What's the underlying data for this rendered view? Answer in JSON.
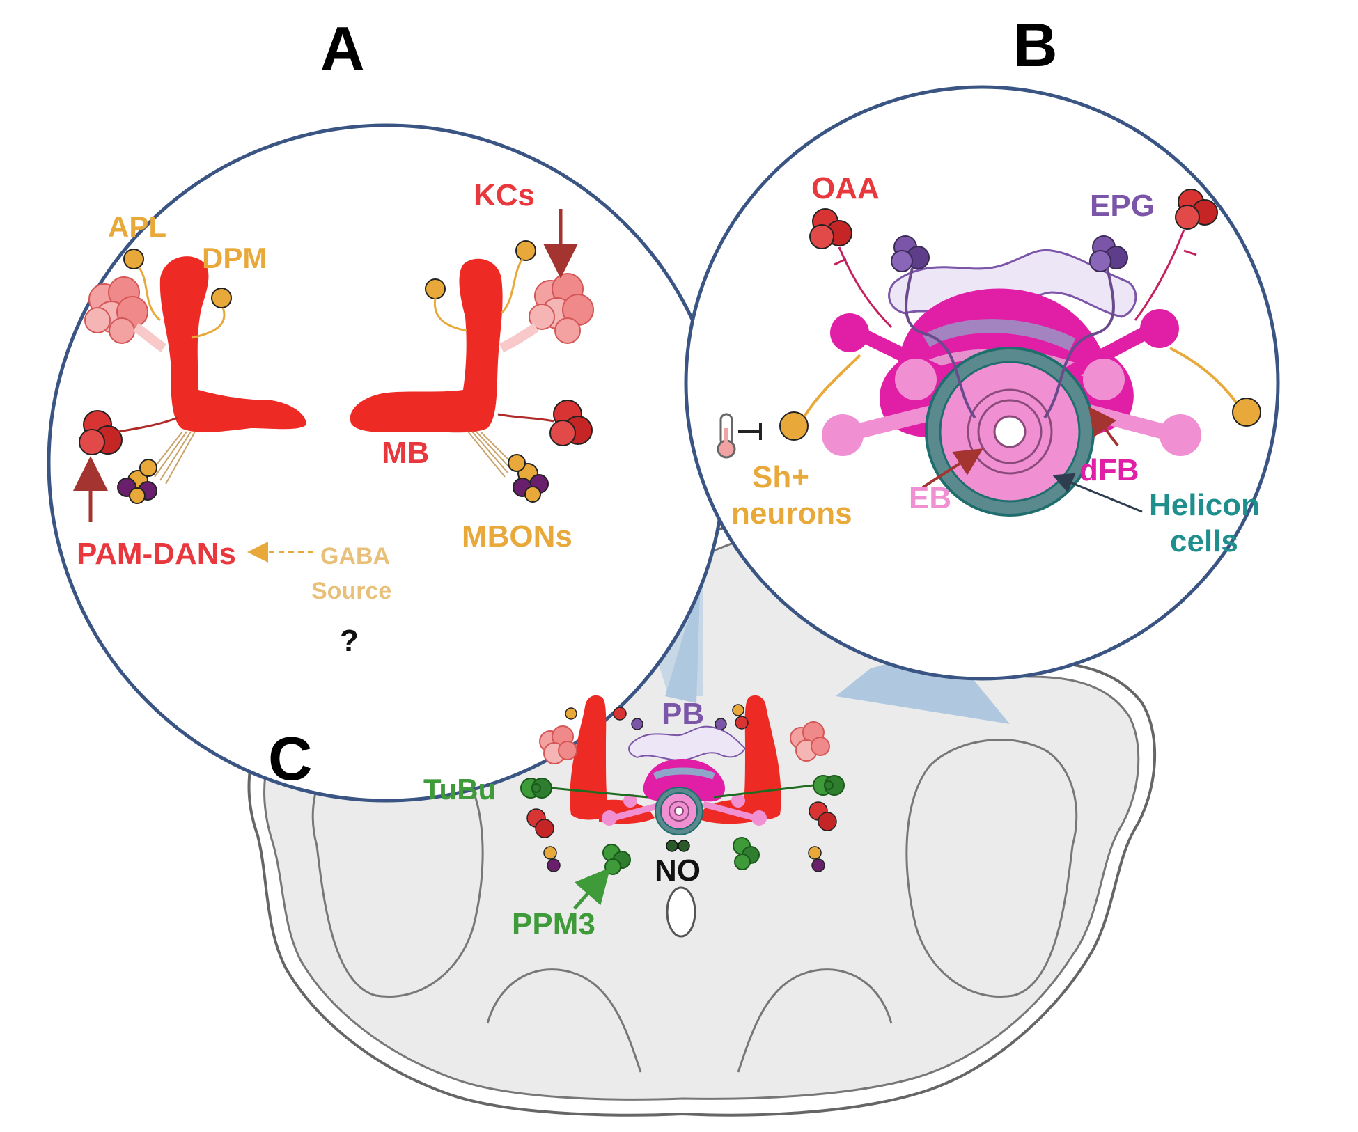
{
  "panels": {
    "a": "A",
    "b": "B",
    "c": "C"
  },
  "panel_a": {
    "kcs": "KCs",
    "apl": "APL",
    "dpm": "DPM",
    "mb": "MB",
    "pam_dans": "PAM-DANs",
    "gaba_line1": "GABA",
    "gaba_line2": "Source",
    "question": "?",
    "mbons": "MBONs"
  },
  "panel_b": {
    "oaa": "OAA",
    "epg": "EPG",
    "sh_line1": "Sh+",
    "sh_line2": "neurons",
    "eb": "EB",
    "dfb": "dFB",
    "helicon_line1": "Helicon",
    "helicon_line2": "cells"
  },
  "panel_c": {
    "pb": "PB",
    "tubu": "TuBu",
    "no": "NO",
    "ppm3": "PPM3"
  },
  "colors": {
    "mb_red": "#ee2a24",
    "label_red": "#e8383d",
    "orange": "#e8a93a",
    "purple": "#7b55a8",
    "magenta": "#e11fa6",
    "pink": "#f08fd2",
    "teal": "#1f8f8d",
    "green": "#3f9b3a",
    "circle_border": "#3a5583",
    "brain_fill": "#ebebeb",
    "cone_blue": "#a9c4df"
  }
}
